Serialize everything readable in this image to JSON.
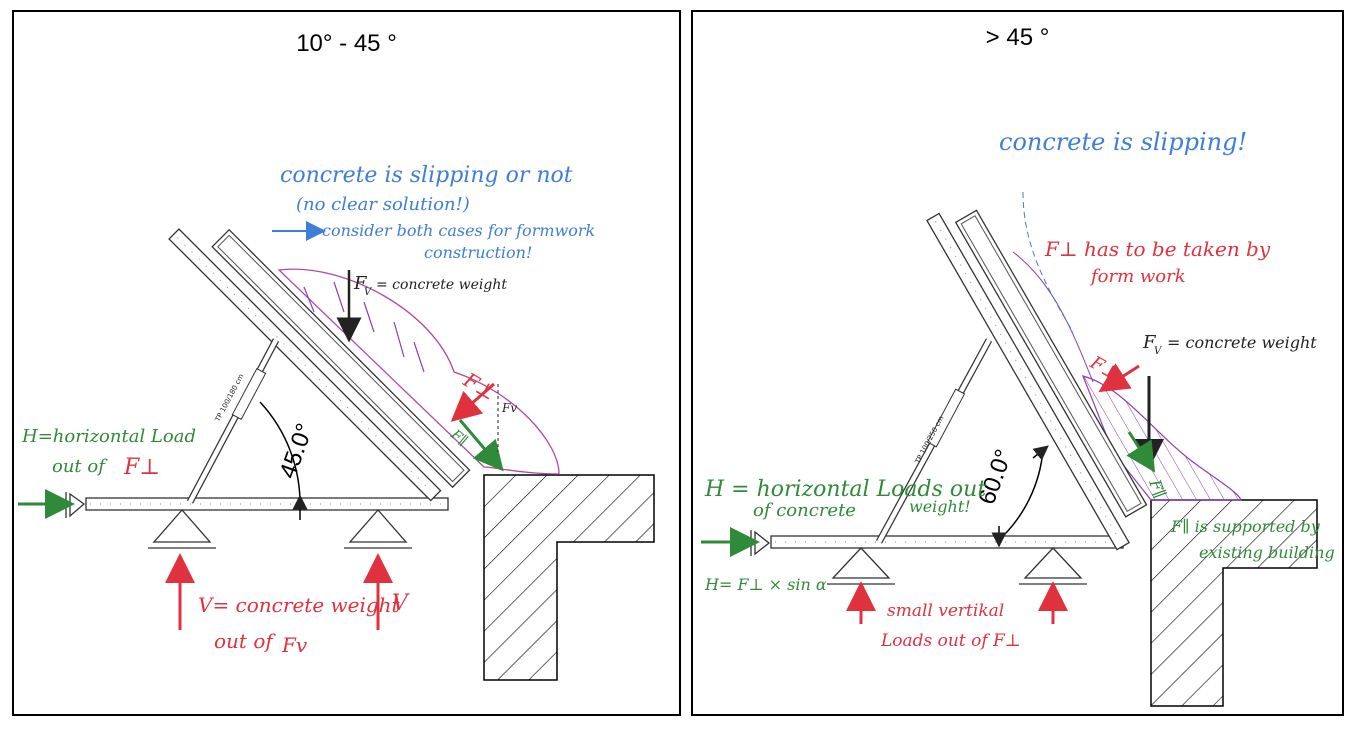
{
  "left": {
    "title": "10° - 45 °",
    "angle": "45.0°",
    "note_line1": "concrete is slipping or not",
    "note_line2": "(no clear solution!)",
    "note_line3": "consider both cases for formwork",
    "note_line4": "construction!",
    "fv_label": "F",
    "fv_sub": "V",
    "fv_text": "= concrete weight",
    "fperp_label": "F⊥",
    "fpar_label": "F∥",
    "fv_small": "Fv",
    "h_line1": "H=horizontal Load",
    "h_line2": "out of",
    "h_fperp": "F⊥",
    "v_line1": "V= concrete weight",
    "v_line2": "out of",
    "v_fv": "Fv",
    "v_right": "V",
    "tag": "TP 100/180 cm"
  },
  "right": {
    "title": "> 45 °",
    "angle": "60.0°",
    "note": "concrete is slipping!",
    "fperp_line1": "F⊥ has to be taken by",
    "fperp_line2": "form work",
    "fv_text": "F",
    "fv_sub": "V",
    "fv_rest": "= concrete weight",
    "fpar_label": "F∥",
    "fperp_small": "F⊥",
    "fpar_small": "F∥",
    "h_line1": "H = horizontal Loads out",
    "h_line2": "of concrete",
    "h_line3": "weight!",
    "h_formula": "H= F⊥ × sin α",
    "small_line1": "small vertikal",
    "small_line2": "Loads out of F⊥",
    "fpar_supported_line1": "F∥ is supported by",
    "fpar_supported_line2": "existing building",
    "tag": "TP 100/250 cm"
  },
  "colors": {
    "blue": "#3d7fd6",
    "red": "#e0313e",
    "green": "#2f8a3a",
    "purple": "#8a3fb8",
    "black": "#222222"
  }
}
